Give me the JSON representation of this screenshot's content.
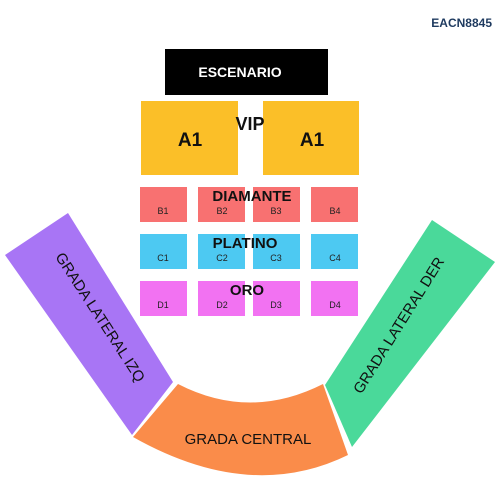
{
  "event_code": "EACN8845",
  "stage": {
    "label": "ESCENARIO",
    "color": "#000000"
  },
  "sections": {
    "vip": {
      "label": "VIP",
      "color": "#FBBF28",
      "blocks": [
        {
          "label": "A1"
        },
        {
          "label": "A1"
        }
      ]
    },
    "diamante": {
      "label": "DIAMANTE",
      "color": "#F87171",
      "blocks": [
        {
          "label": "B1"
        },
        {
          "label": "B2"
        },
        {
          "label": "B3"
        },
        {
          "label": "B4"
        }
      ]
    },
    "platino": {
      "label": "PLATINO",
      "color": "#4DC9F2",
      "blocks": [
        {
          "label": "C1"
        },
        {
          "label": "C2"
        },
        {
          "label": "C3"
        },
        {
          "label": "C4"
        }
      ]
    },
    "oro": {
      "label": "ORO",
      "color": "#F272F2",
      "blocks": [
        {
          "label": "D1"
        },
        {
          "label": "D2"
        },
        {
          "label": "D3"
        },
        {
          "label": "D4"
        }
      ]
    },
    "grada_lateral_izq": {
      "label": "GRADA LATERAL IZQ",
      "color": "#A875F5"
    },
    "grada_lateral_der": {
      "label": "GRADA LATERAL DER",
      "color": "#4AD99A"
    },
    "grada_central": {
      "label": "GRADA CENTRAL",
      "color": "#FA8C4A"
    }
  }
}
